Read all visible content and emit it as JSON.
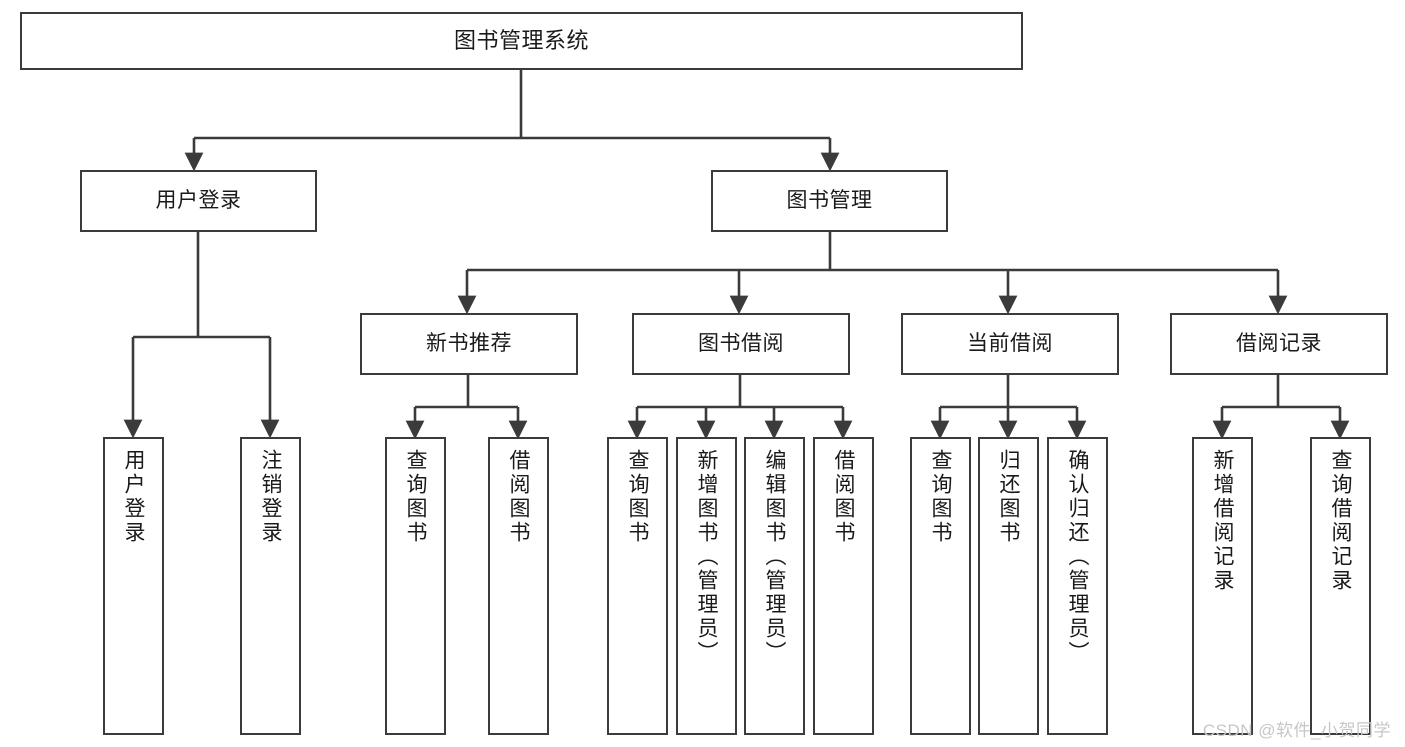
{
  "diagram": {
    "type": "tree-hierarchy",
    "title": "图书管理系统",
    "watermark": "CSDN @软件_小贺同学",
    "colors": {
      "box_border": "#3b3b3b",
      "box_fill": "#ffffff",
      "connector": "#3b3b3b",
      "text": "#1a1a1a",
      "watermark": "#c7c7c7",
      "background": "#ffffff"
    },
    "root": {
      "label": "图书管理系统"
    },
    "level1": [
      {
        "label": "用户登录"
      },
      {
        "label": "图书管理"
      }
    ],
    "level2": [
      {
        "label": "新书推荐"
      },
      {
        "label": "图书借阅"
      },
      {
        "label": "当前借阅"
      },
      {
        "label": "借阅记录"
      }
    ],
    "leaves": {
      "user_login": [
        {
          "label": "用户登录"
        },
        {
          "label": "注销登录"
        }
      ],
      "new_book_recommend": [
        {
          "label": "查询图书"
        },
        {
          "label": "借阅图书"
        }
      ],
      "book_borrow": [
        {
          "label": "查询图书"
        },
        {
          "label": "新增图书（管理员）"
        },
        {
          "label": "编辑图书（管理员）"
        },
        {
          "label": "借阅图书"
        }
      ],
      "current_borrow": [
        {
          "label": "查询图书"
        },
        {
          "label": "归还图书"
        },
        {
          "label": "确认归还（管理员）"
        }
      ],
      "borrow_record": [
        {
          "label": "新增借阅记录"
        },
        {
          "label": "查询借阅记录"
        }
      ]
    }
  }
}
